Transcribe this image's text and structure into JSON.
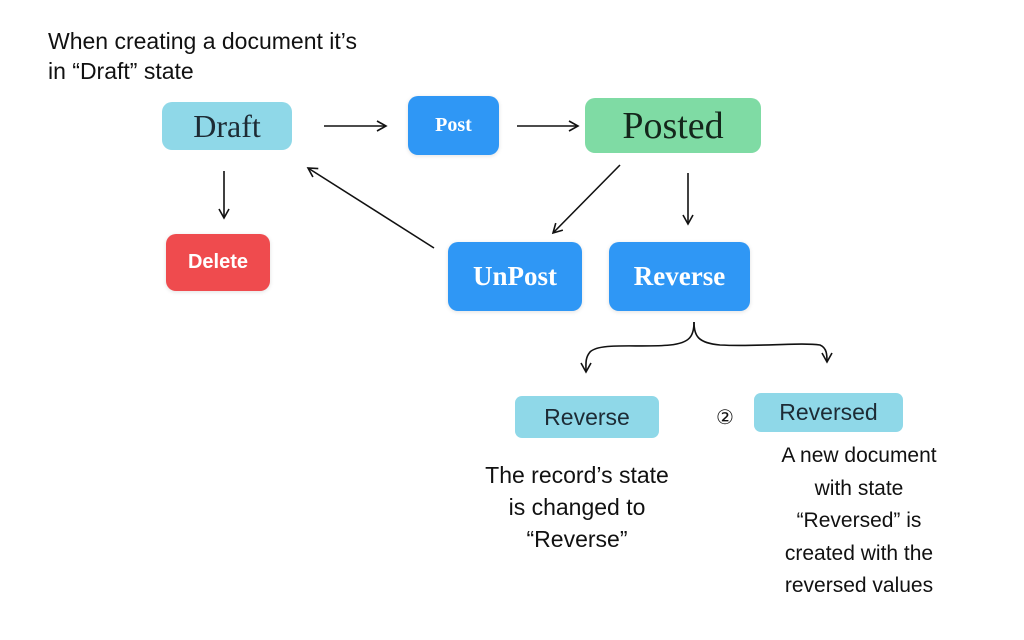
{
  "intro_note": {
    "line1": "When creating a document it’s",
    "line2": "in “Draft” state"
  },
  "states": {
    "draft": "Draft",
    "posted": "Posted",
    "reverse": "Reverse",
    "reversed": "Reversed"
  },
  "actions": {
    "post": "Post",
    "unpost": "UnPost",
    "reverse": "Reverse",
    "delete": "Delete"
  },
  "colors": {
    "state_light": "#8fd8e8",
    "action_blue": "#2f97f5",
    "posted_green": "#7fdba4",
    "delete_red": "#ef4b4e"
  },
  "marker": "②",
  "notes": {
    "reverse": [
      "The record’s state",
      "is changed to",
      "“Reverse”"
    ],
    "reversed": [
      "A new document",
      "with state",
      "“Reversed” is",
      "created with the",
      "reversed values"
    ]
  },
  "edges": [
    {
      "from": "Draft",
      "to": "Post"
    },
    {
      "from": "Post",
      "to": "Posted"
    },
    {
      "from": "Draft",
      "to": "Delete"
    },
    {
      "from": "Posted",
      "to": "UnPost"
    },
    {
      "from": "Posted",
      "to": "Reverse"
    },
    {
      "from": "UnPost",
      "to": "Draft"
    },
    {
      "from": "Reverse",
      "to": "Reverse (state)"
    },
    {
      "from": "Reverse",
      "to": "Reversed"
    }
  ]
}
